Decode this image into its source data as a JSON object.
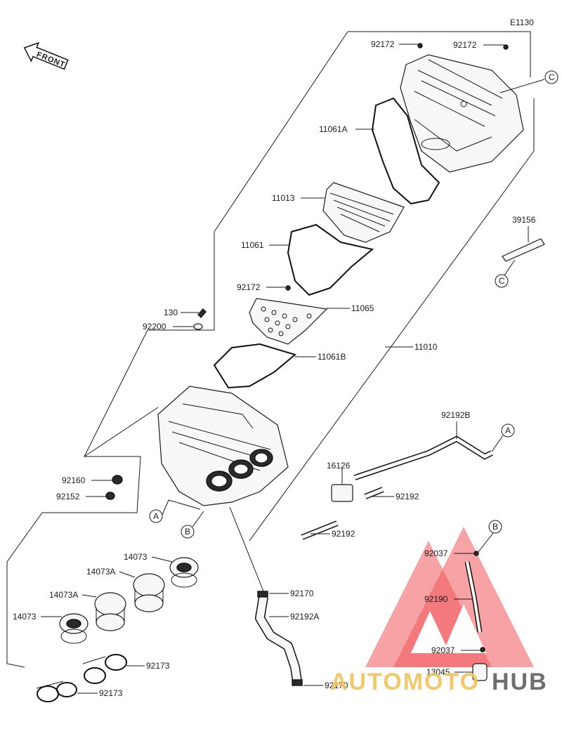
{
  "diagram_code": "E1130",
  "front_label": "FRONT",
  "callouts": {
    "A": "A",
    "B": "B",
    "C": "C"
  },
  "parts": [
    {
      "id": "p-92172-a",
      "label": "92172"
    },
    {
      "id": "p-92172-b",
      "label": "92172"
    },
    {
      "id": "p-11061a",
      "label": "11061A"
    },
    {
      "id": "p-11013",
      "label": "11013"
    },
    {
      "id": "p-11061",
      "label": "11061"
    },
    {
      "id": "p-92172-c",
      "label": "92172"
    },
    {
      "id": "p-130",
      "label": "130"
    },
    {
      "id": "p-92200",
      "label": "92200"
    },
    {
      "id": "p-11065",
      "label": "11065"
    },
    {
      "id": "p-11061b",
      "label": "11061B"
    },
    {
      "id": "p-11010",
      "label": "11010"
    },
    {
      "id": "p-39156",
      "label": "39156"
    },
    {
      "id": "p-92192b",
      "label": "92192B"
    },
    {
      "id": "p-16126",
      "label": "16126"
    },
    {
      "id": "p-92192-a",
      "label": "92192"
    },
    {
      "id": "p-92192-b",
      "label": "92192"
    },
    {
      "id": "p-92160",
      "label": "92160"
    },
    {
      "id": "p-92152",
      "label": "92152"
    },
    {
      "id": "p-14073-a",
      "label": "14073"
    },
    {
      "id": "p-14073a-a",
      "label": "14073A"
    },
    {
      "id": "p-14073a-b",
      "label": "14073A"
    },
    {
      "id": "p-14073-b",
      "label": "14073"
    },
    {
      "id": "p-92173-a",
      "label": "92173"
    },
    {
      "id": "p-92173-b",
      "label": "92173"
    },
    {
      "id": "p-92170-a",
      "label": "92170"
    },
    {
      "id": "p-92192a",
      "label": "92192A"
    },
    {
      "id": "p-92170-b",
      "label": "92170"
    },
    {
      "id": "p-92037-a",
      "label": "92037"
    },
    {
      "id": "p-92190",
      "label": "92190"
    },
    {
      "id": "p-92037-b",
      "label": "92037"
    },
    {
      "id": "p-13045",
      "label": "13045"
    }
  ],
  "watermark": {
    "part1": "AUTOMOTO",
    "part2": "HUB"
  },
  "colors": {
    "line": "#1a1a1a",
    "watermark_red": "#f0575b",
    "watermark_gold": "#f2c35a",
    "watermark_gray": "#555555"
  }
}
